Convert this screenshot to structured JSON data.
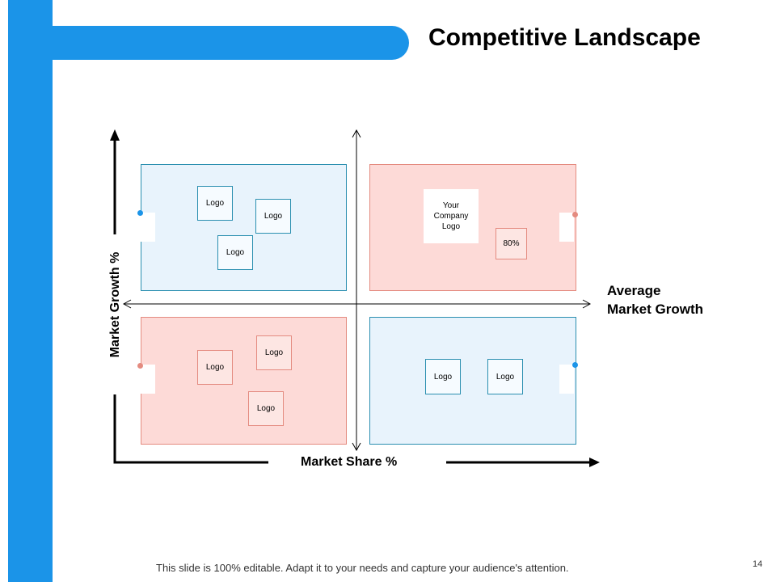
{
  "slide": {
    "title": "Competitive Landscape",
    "footer_text": "This slide is 100% editable. Adapt it to your needs and capture your audience's attention.",
    "page_number": "14"
  },
  "axes": {
    "y_label": "Market Growth %",
    "x_label": "Market Share %",
    "average_label_line1": "Average",
    "average_label_line2": "Market Growth"
  },
  "quadrants": {
    "top_left": {
      "logos": [
        "Logo",
        "Logo",
        "Logo"
      ]
    },
    "top_right": {
      "company_logo_line1": "Your",
      "company_logo_line2": "Company",
      "company_logo_line3": "Logo",
      "percent": "80%"
    },
    "bottom_left": {
      "logos": [
        "Logo",
        "Logo",
        "Logo"
      ]
    },
    "bottom_right": {
      "logos": [
        "Logo",
        "Logo"
      ]
    }
  },
  "colors": {
    "accent_blue": "#1b94e8",
    "quad_blue_fill": "#e8f3fc",
    "quad_red_fill": "#fddad7",
    "teal_border": "#2b8fb0",
    "salmon_border": "#e48b80"
  }
}
